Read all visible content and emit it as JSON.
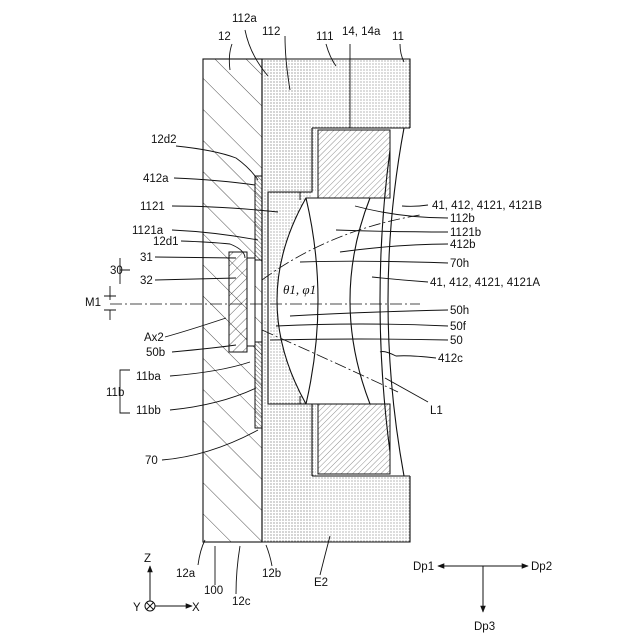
{
  "figure": {
    "labels": {
      "n112a": "112a",
      "n12": "12",
      "n112": "112",
      "n111": "111",
      "n14_14a": "14, 14a",
      "n11": "11",
      "n12d2": "12d2",
      "n412a": "412a",
      "n1121": "1121",
      "n1121a": "1121a",
      "n12d1": "12d1",
      "n31": "31",
      "n30": "30",
      "n32": "32",
      "nM1": "M1",
      "nAx2": "Ax2",
      "n50b": "50b",
      "n11ba": "11ba",
      "n11b": "11b",
      "n11bb": "11bb",
      "n70": "70",
      "n12a": "12a",
      "n100": "100",
      "n12c": "12c",
      "n12b": "12b",
      "nE2": "E2",
      "n41B": "41, 412, 4121, 4121B",
      "n112b": "112b",
      "n1121b": "1121b",
      "n412b": "412b",
      "n70h": "70h",
      "ntheta_phi": "θ1, φ1",
      "n41A": "41, 412, 4121, 4121A",
      "n50h": "50h",
      "n50f": "50f",
      "n50": "50",
      "n412c": "412c",
      "nL1": "L1",
      "axisZ": "Z",
      "axisY": "Y",
      "axisX": "X",
      "dirDp1": "Dp1",
      "dirDp2": "Dp2",
      "dirDp3": "Dp3"
    }
  }
}
